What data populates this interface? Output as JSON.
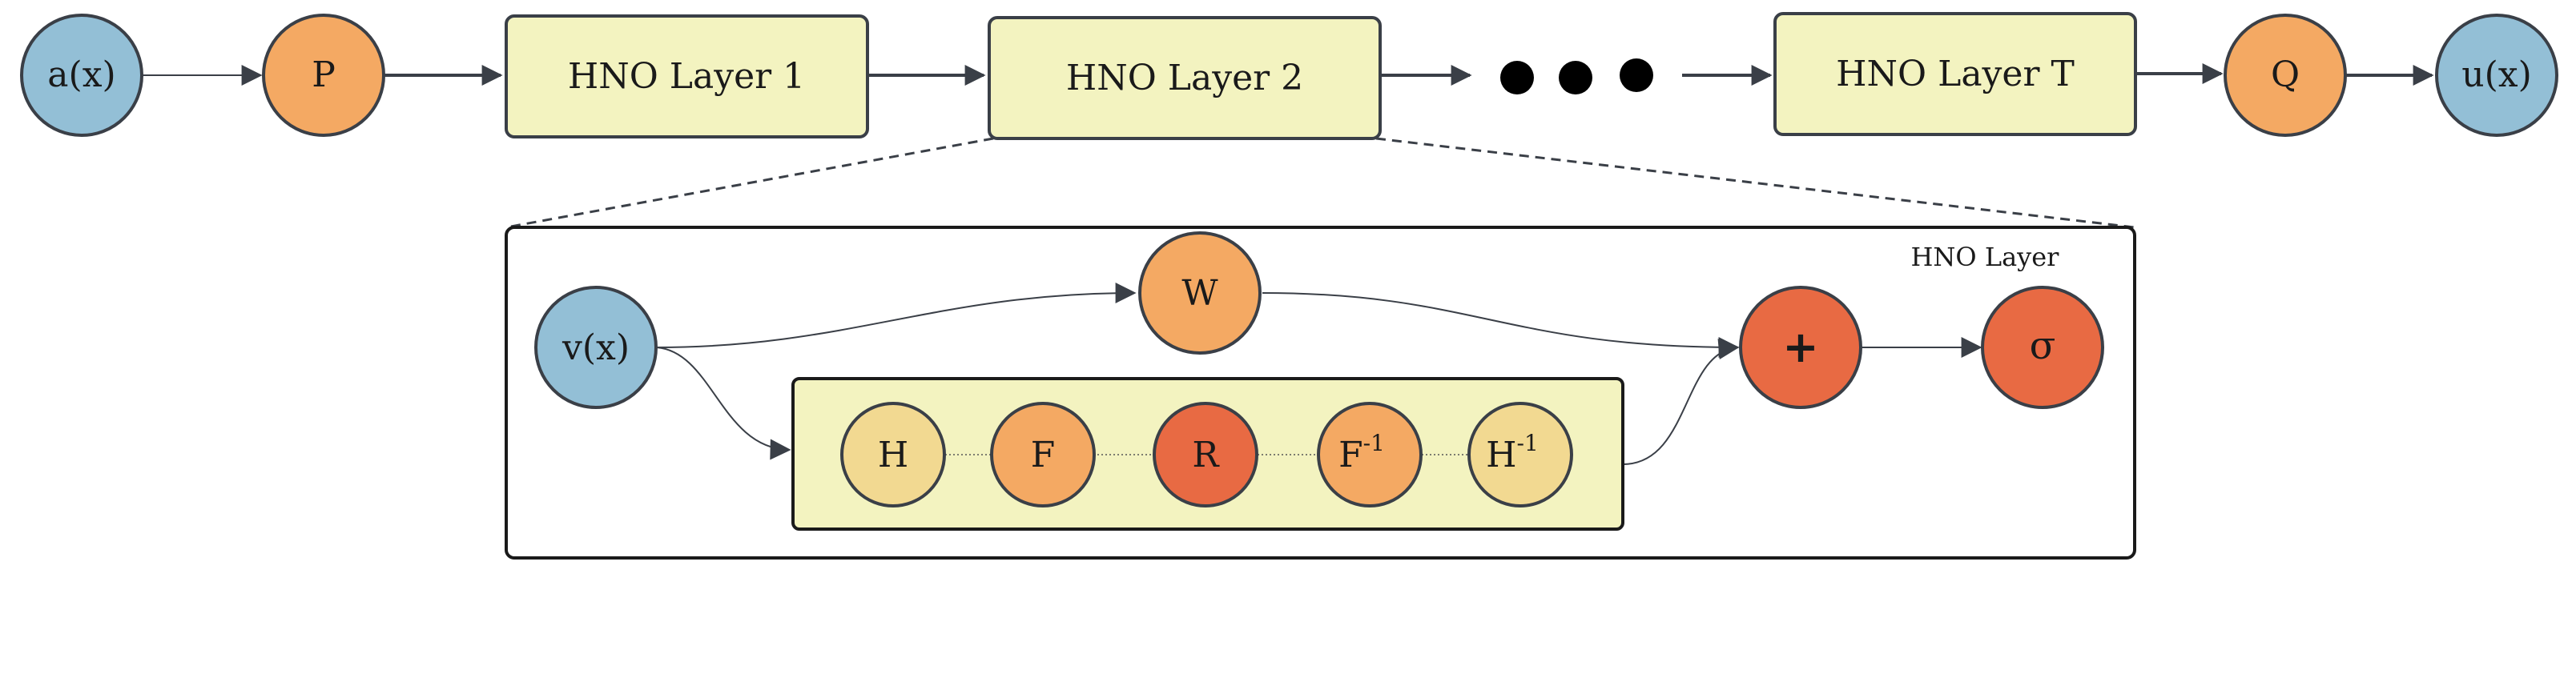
{
  "pipeline": {
    "input": "a(x)",
    "lift": "P",
    "layer_1": "HNO Layer 1",
    "layer_2": "HNO Layer 2",
    "layer_t": "HNO Layer T",
    "project": "Q",
    "output": "u(x)"
  },
  "detail": {
    "title": "HNO Layer",
    "input": "v(x)",
    "weight": "W",
    "sum": "+",
    "activation": "σ",
    "chain": {
      "h": "H",
      "f": "F",
      "r": "R",
      "f_inv_base": "F",
      "h_inv_base": "H",
      "inverse_exponent": "-1"
    }
  },
  "colors": {
    "blue": "#93bfd6",
    "orange": "#f4a963",
    "red_orange": "#e86a43",
    "light_gold": "#f2d991",
    "box_fill": "#f3f3c0",
    "stroke": "#3a3f47"
  }
}
